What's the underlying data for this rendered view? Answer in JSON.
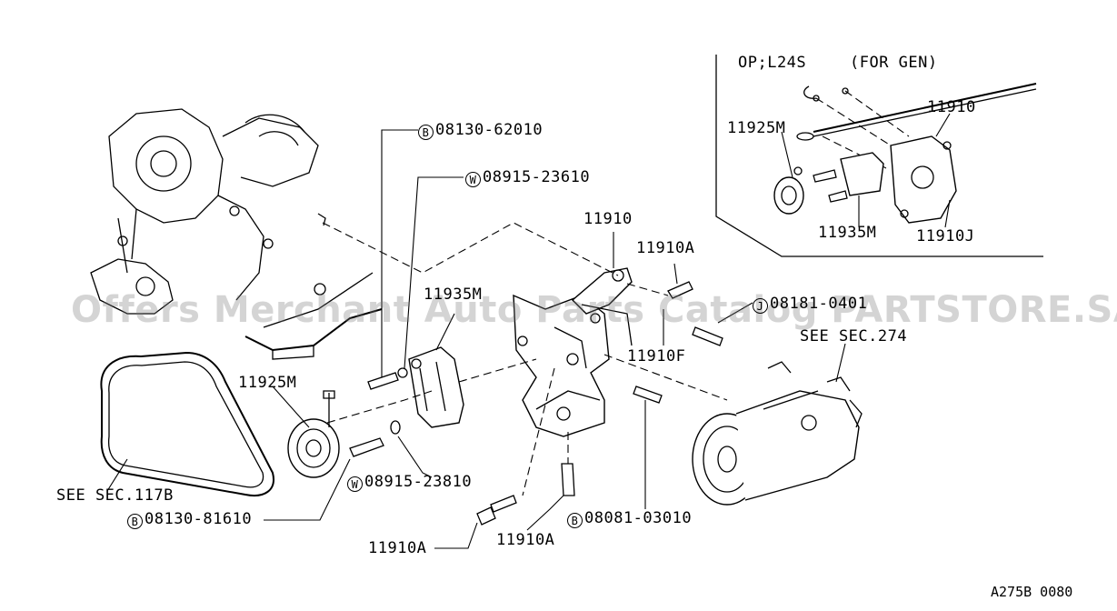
{
  "labels": {
    "opt_variant": "OP;L24S",
    "for_gen": "(FOR GEN)",
    "inset_11910": "11910",
    "inset_11925m": "11925M",
    "inset_11935m": "11935M",
    "inset_11910j": "11910J",
    "b_top": "08130-62010",
    "w_top": "08915-23610",
    "p_11910": "11910",
    "p_11910a_right": "11910A",
    "p_11935m": "11935M",
    "j_part": "08181-0401",
    "see_sec274": "SEE SEC.274",
    "p_11910f": "11910F",
    "p_11925m": "11925M",
    "w_bottom": "08915-23810",
    "see_sec117b": "SEE SEC.117B",
    "b_bottom_left": "08130-81610",
    "p_11910a_b1": "11910A",
    "p_11910a_b2": "11910A",
    "b_bottom_right": "08081-03010",
    "ref_code": "A275B 0080"
  },
  "circle_marks": {
    "b": "B",
    "w": "W",
    "j": "J"
  },
  "watermark": "Offers Merchant Auto Parts Catalog PARTSTORE.SA"
}
